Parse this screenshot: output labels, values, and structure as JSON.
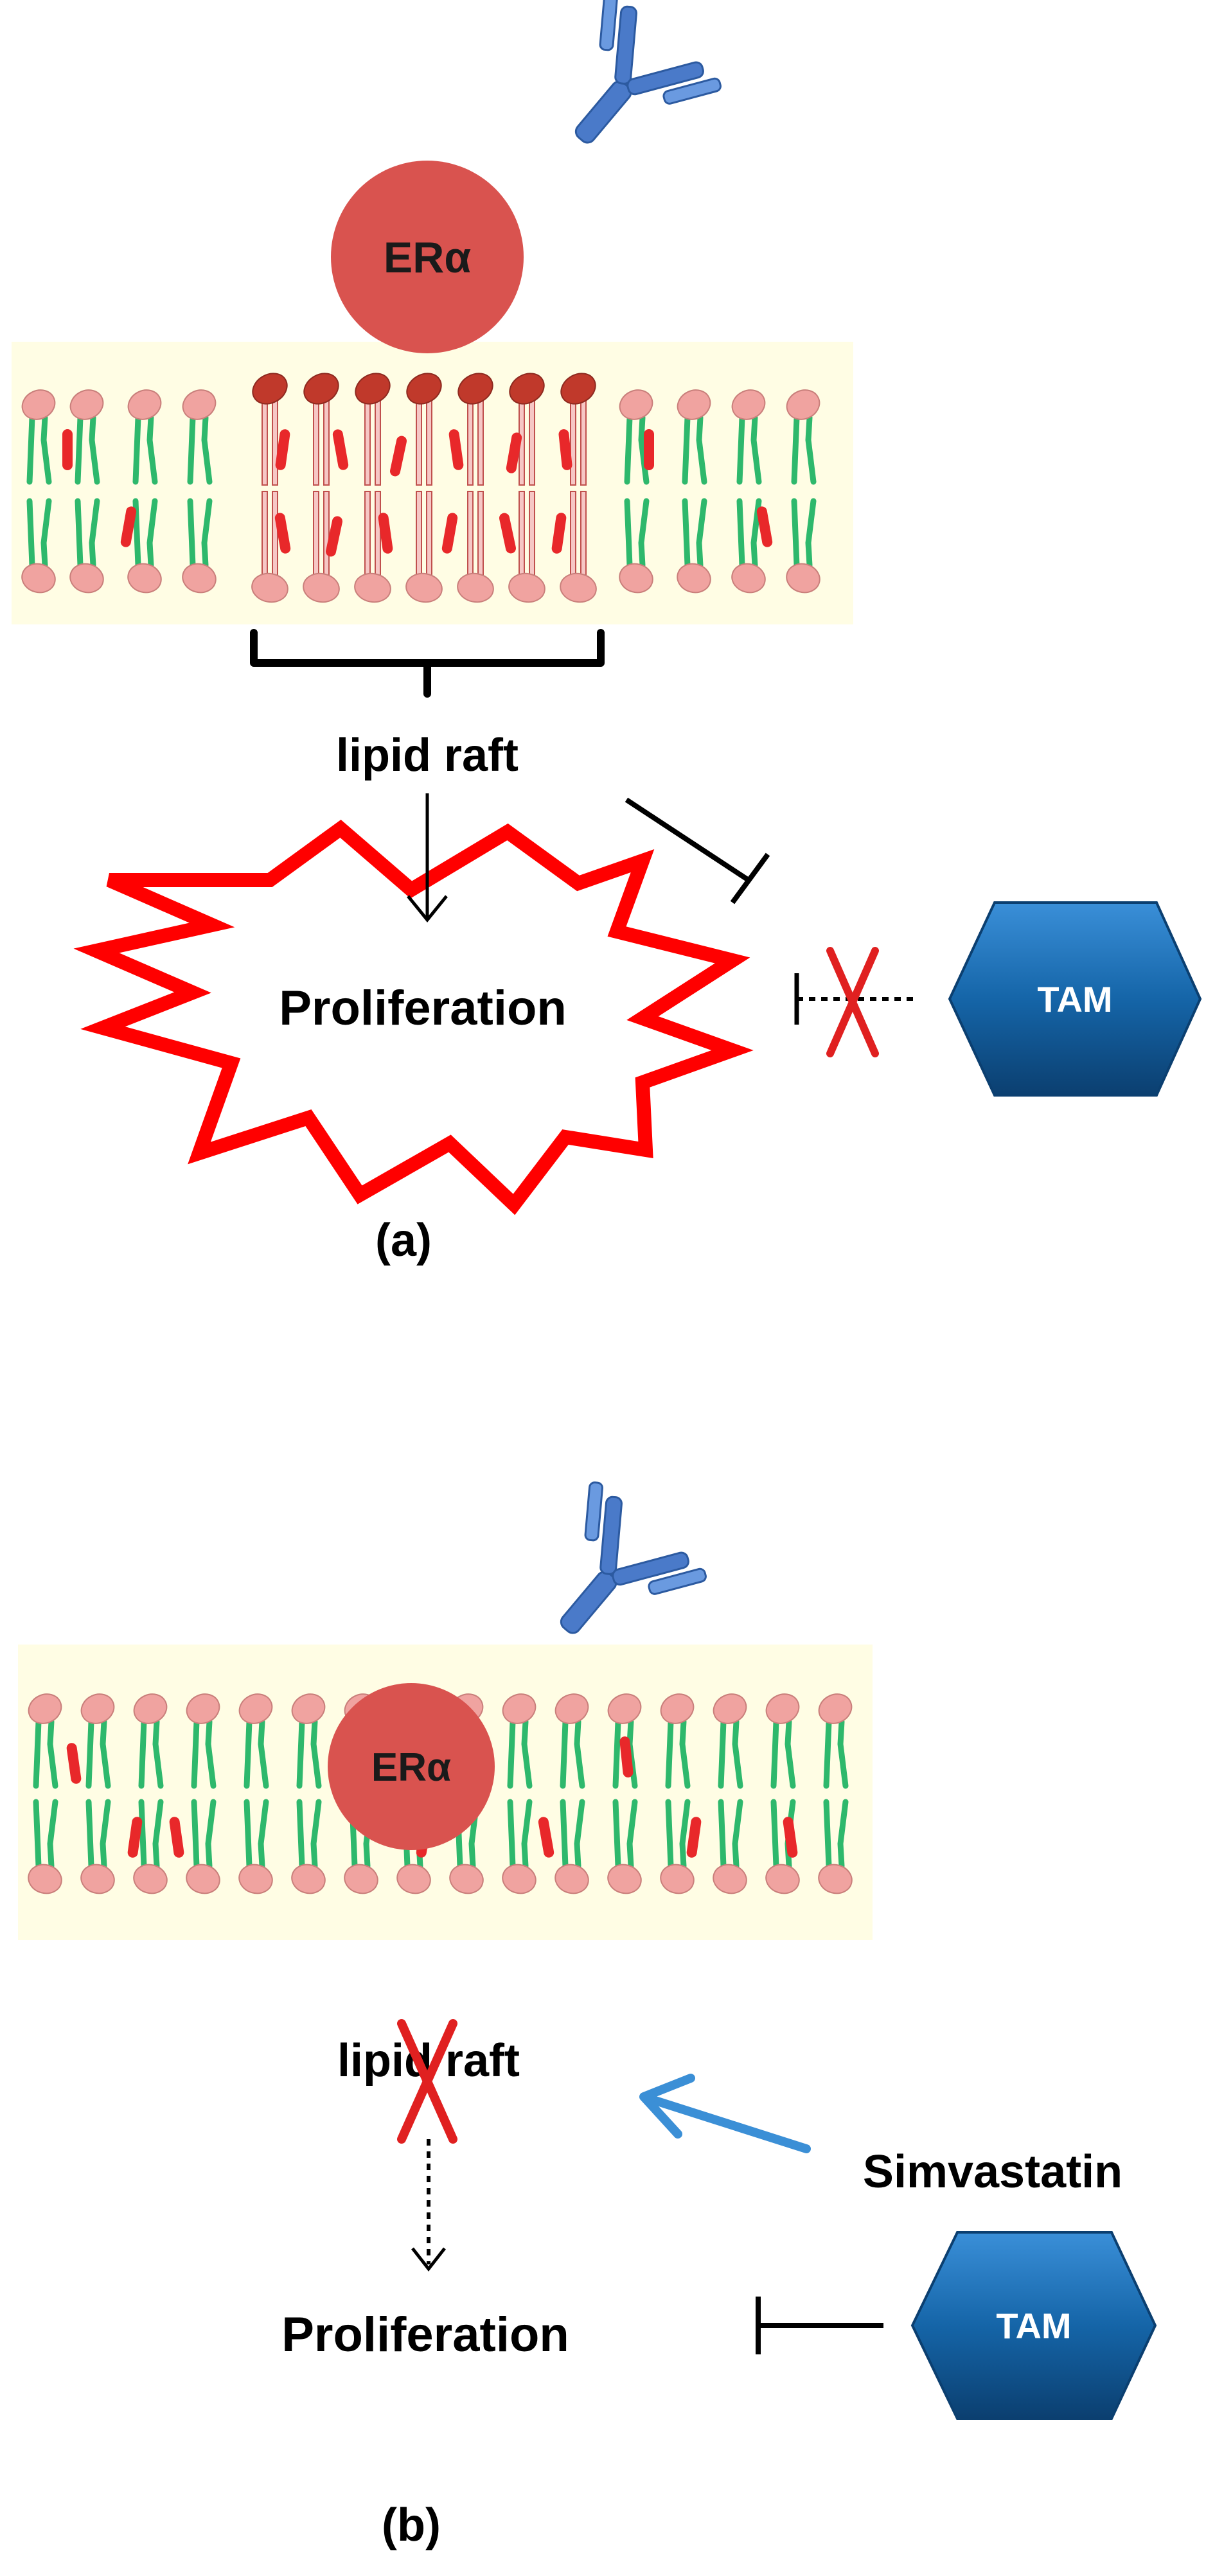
{
  "panel_a": {
    "receptor_label": "ERα",
    "raft_label": "lipid raft",
    "outcome_label": "Proliferation",
    "drug_label": "TAM",
    "panel_label": "(a)"
  },
  "panel_b": {
    "receptor_label": "ERα",
    "raft_label": "lipid raft",
    "outcome_label": "Proliferation",
    "statin_label": "Simvastatin",
    "drug_label": "TAM",
    "panel_label": "(b)"
  },
  "colors": {
    "receptor": "#d9534f",
    "membrane_background": "#fffde4",
    "lipid_head": "#f0a3a0",
    "raft_lipid_head": "#c0392b",
    "lipid_tail": "#2eb86c",
    "cholesterol": "#e8282a",
    "antibody": "#4a7ac9",
    "drug_hexagon": "#1565a8",
    "burst_outline": "#ff0000",
    "inhibition_cross": "#e02020",
    "statin_arrow": "#3b8fd6"
  }
}
